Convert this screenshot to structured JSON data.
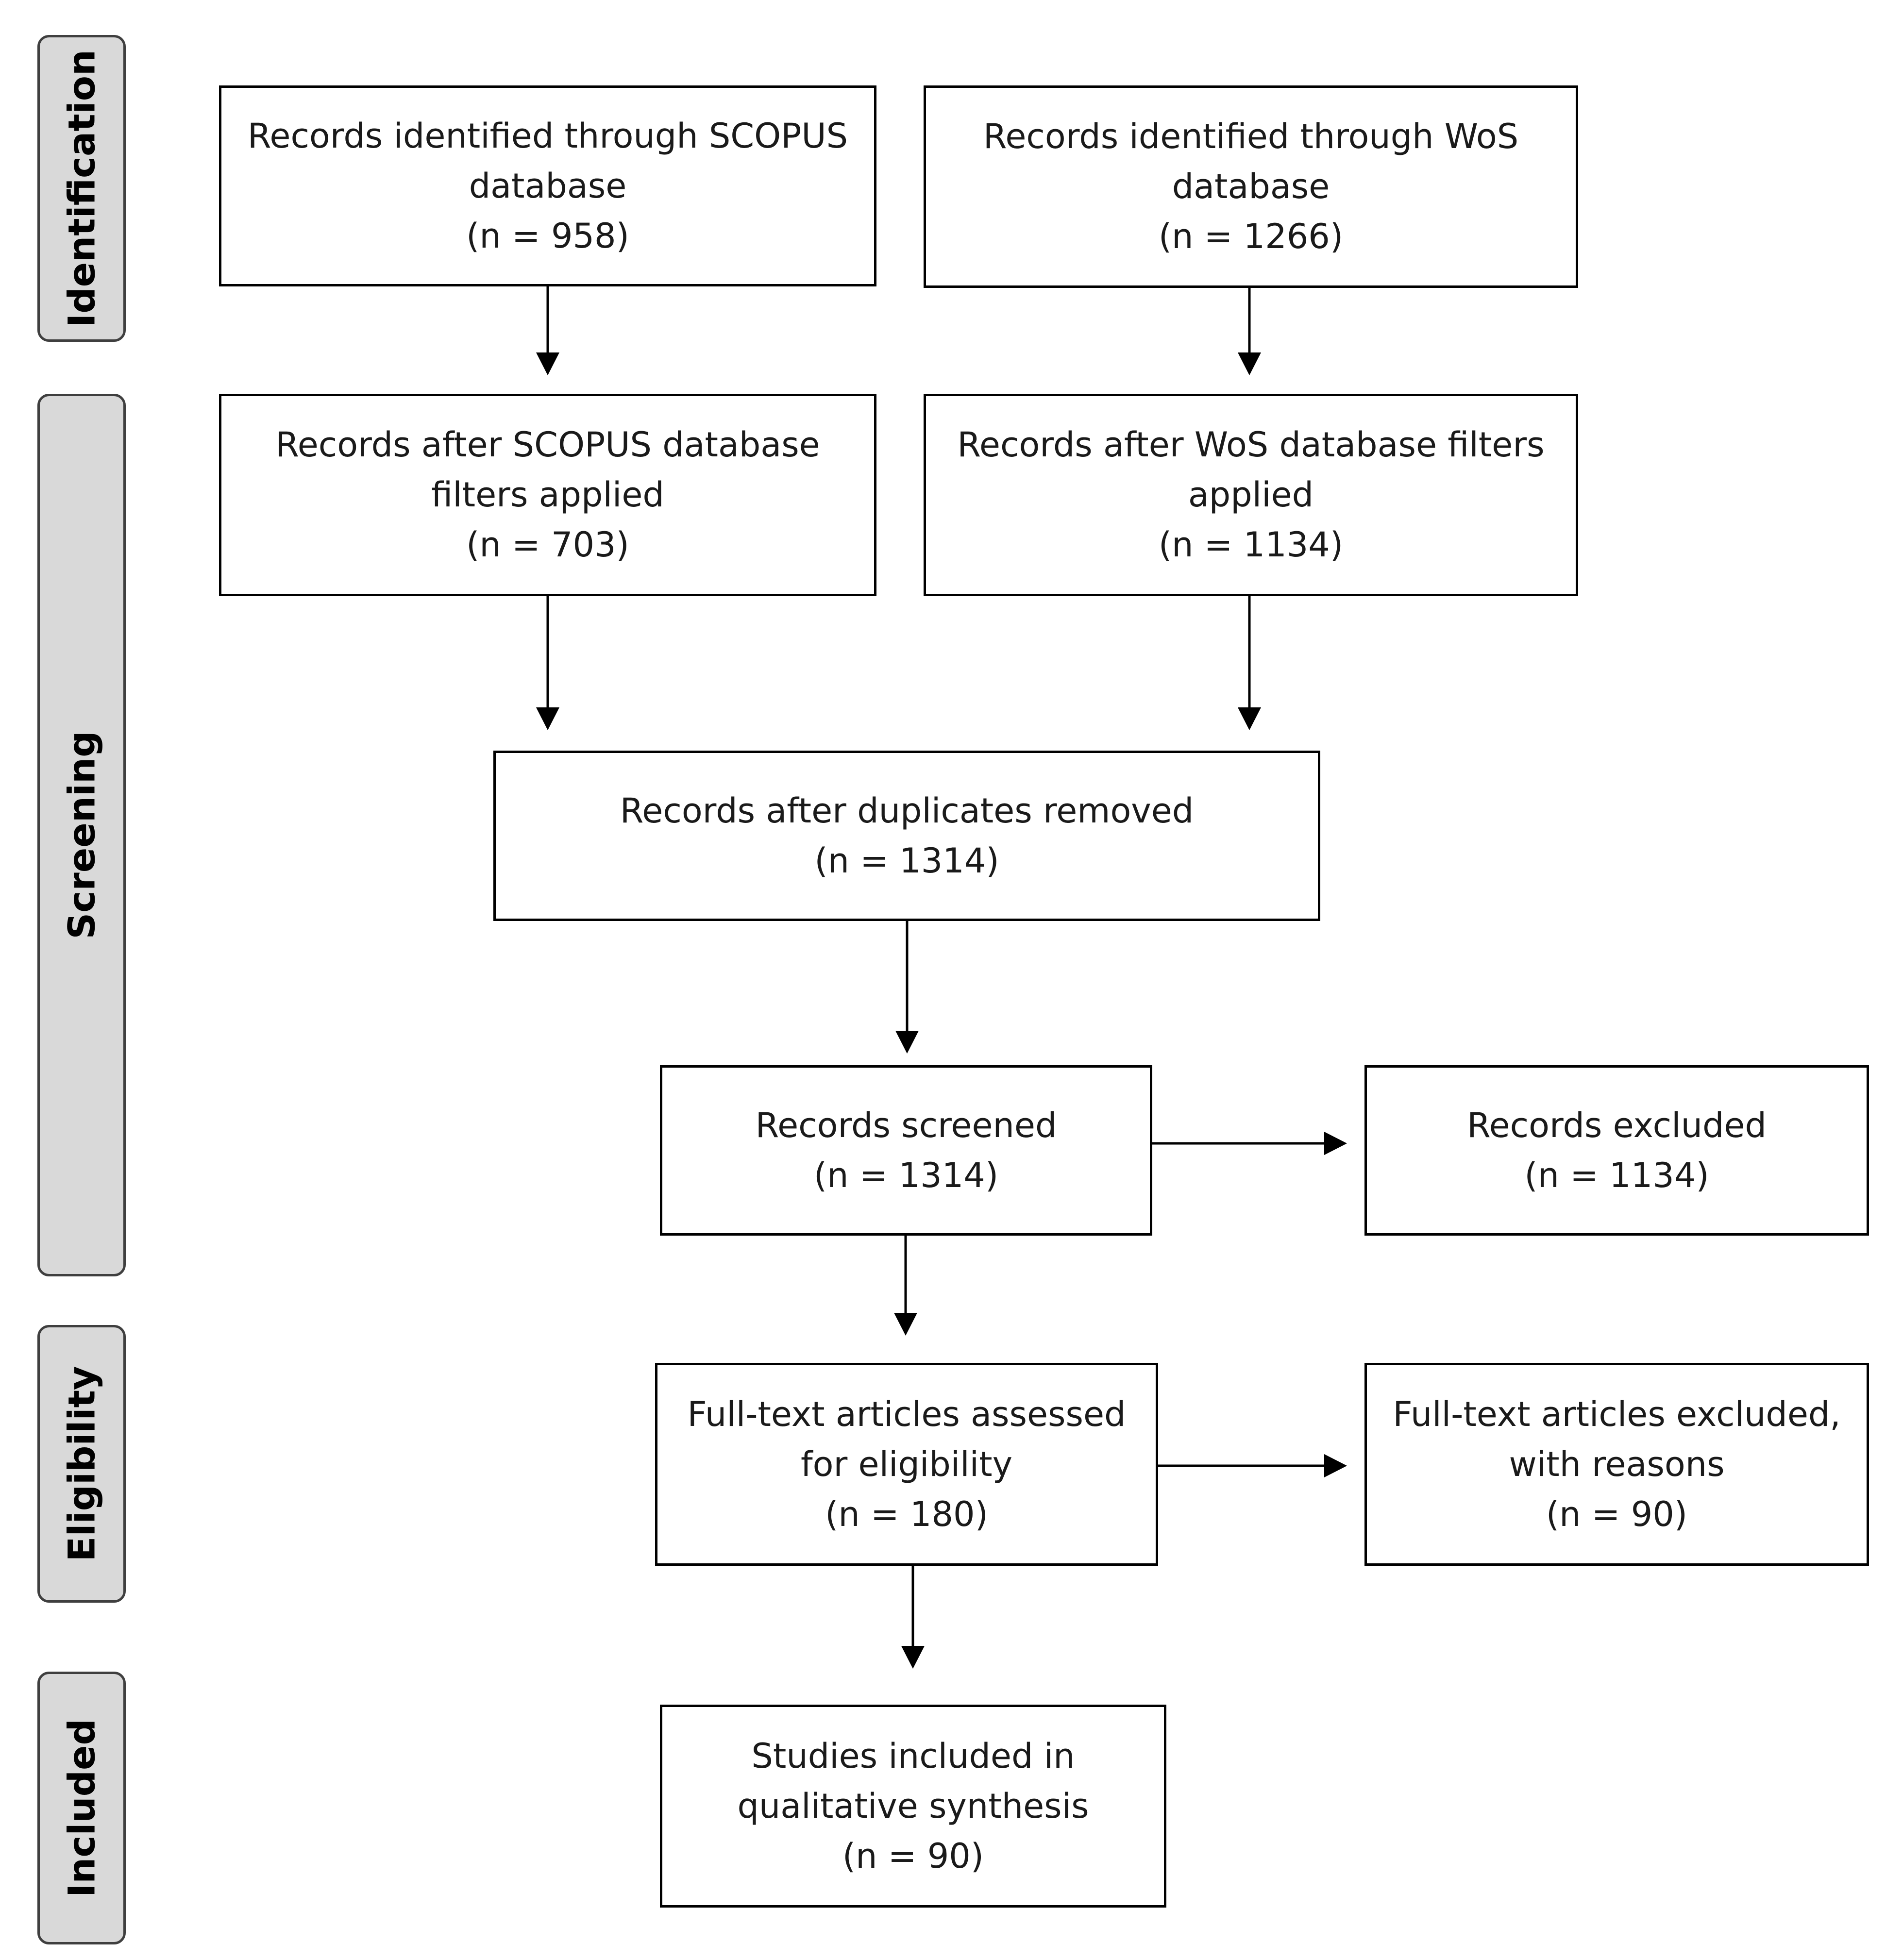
{
  "stages": {
    "identification": "Identification",
    "screening": "Screening",
    "eligibility": "Eligibility",
    "included": "Included"
  },
  "boxes": {
    "scopus_identified": {
      "line1": "Records identified through SCOPUS",
      "line2": "database",
      "count": "(n = 958)"
    },
    "wos_identified": {
      "line1": "Records identified through WoS",
      "line2": "database",
      "count": "(n = 1266)"
    },
    "scopus_filtered": {
      "line1": "Records after SCOPUS database",
      "line2": "filters applied",
      "count": "(n = 703)"
    },
    "wos_filtered": {
      "line1": "Records after WoS database filters",
      "line2": "applied",
      "count": "(n = 1134)"
    },
    "duplicates_removed": {
      "line1": "Records after duplicates removed",
      "count": "(n = 1314)"
    },
    "screened": {
      "line1": "Records screened",
      "count": "(n = 1314)"
    },
    "excluded": {
      "line1": "Records excluded",
      "count": "(n = 1134)"
    },
    "fulltext_assessed": {
      "line1": "Full-text articles assessed",
      "line2": "for eligibility",
      "count": "(n =  180)"
    },
    "fulltext_excluded": {
      "line1": "Full-text articles excluded,",
      "line2": "with reasons",
      "count": "(n =  90)"
    },
    "included": {
      "line1": "Studies included in",
      "line2": "qualitative synthesis",
      "count": "(n =  90)"
    }
  }
}
